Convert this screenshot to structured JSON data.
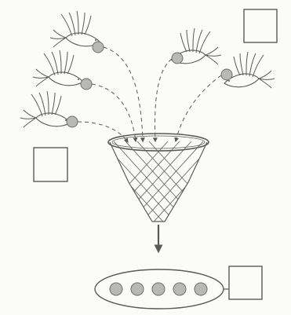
{
  "colors": {
    "ink": "#5a5a5a",
    "ball_fill": "#b8b8b8",
    "ball_stroke": "#6e6e6e",
    "paper": "#fbfbf9",
    "net": "#6b6b6b"
  },
  "counts": {
    "birds": 5,
    "balls_in_oval": 5,
    "answer_boxes": 3
  },
  "icons": [
    "dove-icon",
    "ball-icon",
    "basket-icon",
    "arrow-down-icon",
    "answer-box-icon"
  ]
}
